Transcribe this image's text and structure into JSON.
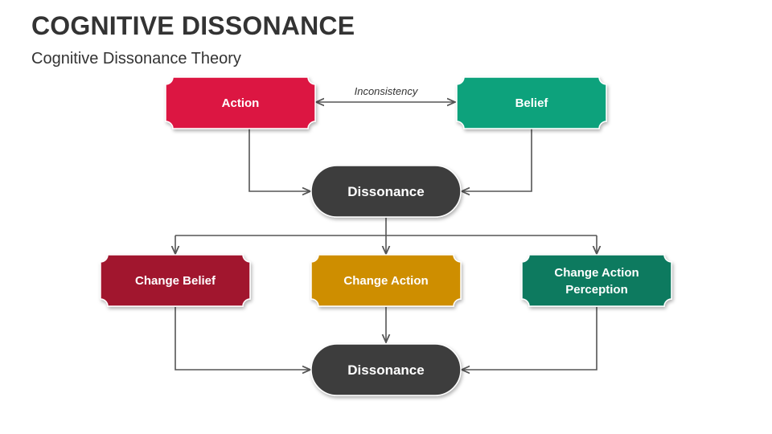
{
  "header": {
    "title": "COGNITIVE DISSONANCE",
    "subtitle": "Cognitive Dissonance Theory"
  },
  "diagram": {
    "nodes": {
      "action": {
        "label": "Action",
        "color": "#DC1843"
      },
      "belief": {
        "label": "Belief",
        "color": "#08A27C"
      },
      "dissonance_top": {
        "label": "Dissonance",
        "color": "#3D3D3D"
      },
      "change_belief": {
        "label": "Change Belief",
        "color": "#A1122F"
      },
      "change_action": {
        "label": "Change Action",
        "color": "#CE8E03"
      },
      "change_perception": {
        "label_line1": "Change Action",
        "label_line2": "Perception",
        "color": "#0A7A5E"
      },
      "dissonance_bottom": {
        "label": "Dissonance",
        "color": "#3D3D3D"
      }
    },
    "edge_label": "Inconsistency",
    "edges": [
      {
        "from": "action",
        "to": "belief",
        "label": "Inconsistency",
        "bidirectional": true
      },
      {
        "from": "action",
        "to": "dissonance_top"
      },
      {
        "from": "belief",
        "to": "dissonance_top"
      },
      {
        "from": "dissonance_top",
        "to": "change_belief"
      },
      {
        "from": "dissonance_top",
        "to": "change_action"
      },
      {
        "from": "dissonance_top",
        "to": "change_perception"
      },
      {
        "from": "change_belief",
        "to": "dissonance_bottom"
      },
      {
        "from": "change_action",
        "to": "dissonance_bottom"
      },
      {
        "from": "change_perception",
        "to": "dissonance_bottom"
      }
    ]
  }
}
